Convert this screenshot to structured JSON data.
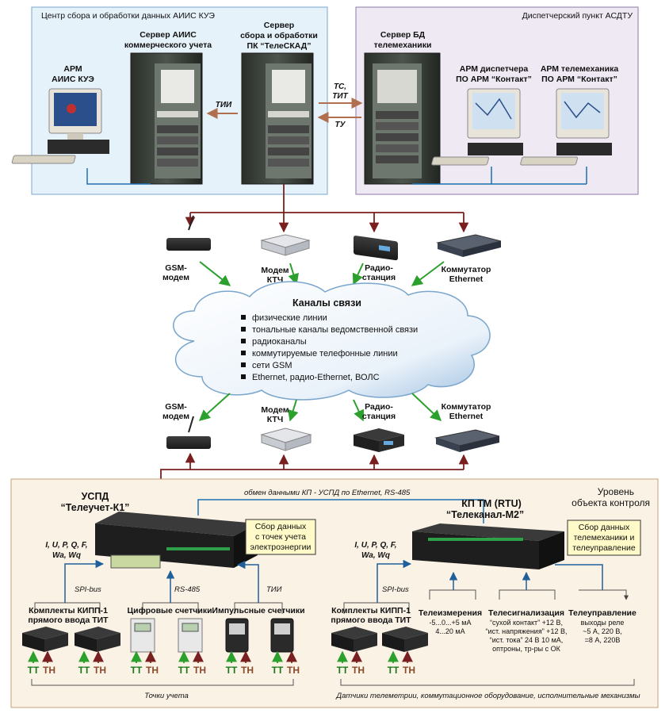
{
  "center": {
    "title": "Центр сбора и обработки данных АИИС КУЭ"
  },
  "dispatch": {
    "title": "Диспетчерский пункт АСДТУ"
  },
  "nodes": {
    "arm_aiis": [
      "АРМ",
      "АИИС КУЭ"
    ],
    "server_aiis": [
      "Сервер АИИС",
      "коммерческого учета"
    ],
    "server_teleskad": [
      "Сервер",
      "сбора и обработки",
      "ПК “ТелеСКАД”"
    ],
    "server_bd": [
      "Сервер БД",
      "телемеханики"
    ],
    "arm_dispatcher": [
      "АРМ диспетчера",
      "ПО АРМ “Контакт”"
    ],
    "arm_telemech": [
      "АРМ телемеханика",
      "ПО АРМ “Контакт”"
    ]
  },
  "links": {
    "tii": "ТИИ",
    "ts_tit": [
      "ТС,",
      "ТИТ"
    ],
    "tu": "ТУ"
  },
  "devices": {
    "gsm": [
      "GSM-",
      "модем"
    ],
    "modem": [
      "Модем",
      "КТЧ"
    ],
    "radio": [
      "Радио-",
      "станция"
    ],
    "switch": [
      "Коммутатор",
      "Ethernet"
    ]
  },
  "channels": {
    "title": "Каналы связи",
    "items": [
      "физические линии",
      "тональные каналы ведомственной связи",
      "радиоканалы",
      "коммутируемые телефонные линии",
      "сети GSM",
      "Ethernet, радио-Ethernet, ВОЛС"
    ]
  },
  "object_level": [
    "Уровень",
    "объекта контроля"
  ],
  "uspd": {
    "title": [
      "УСПД",
      "“Телеучет-К1”"
    ],
    "exchange": "обмен данными КП - УСПД по  Ethernet, RS-485",
    "callout": [
      "Сбор данных",
      "с точек учета",
      "электроэнергии"
    ],
    "params": [
      "I, U, P, Q, F,",
      "Wa, Wq"
    ],
    "spi": "SPI-bus",
    "rs485": "RS-485",
    "tii": "ТИИ",
    "kipp": [
      "Комплекты КИПП-1",
      "прямого ввода ТИТ"
    ],
    "digital": "Цифровые счетчики",
    "impulse": "Импульсные счетчики",
    "points": "Точки учета"
  },
  "kp": {
    "title": [
      "КП ТМ (RTU)",
      "“Телеканал-М2”"
    ],
    "callout": [
      "Сбор данных",
      "телемеханики и",
      "телеуправление"
    ],
    "params": [
      "I, U, P, Q, F,",
      "Wa, Wq"
    ],
    "spi": "SPI-bus",
    "kipp": [
      "Комплекты КИПП-1",
      "прямого ввода ТИТ"
    ],
    "tele_meas": [
      "Телеизмерения",
      "-5...0...+5 мА",
      "4...20 мА"
    ],
    "tele_sig": [
      "Телесигнализация",
      "“сухой контакт” +12 В,",
      "“ист. напряжения” +12 В,",
      "“ист. тока” 24 В 10 мА,",
      "оптроны, тр-ры с ОК"
    ],
    "tele_ctrl": [
      "Телеуправление",
      "выходы реле",
      "~5 А, 220 В,",
      "=8 А, 220В"
    ],
    "sensors": "Датчики телеметрии, коммутационное оборудование, исполнительные механизмы"
  },
  "tt": "TT",
  "th": "TH",
  "colors": {
    "center_bg": "#e6f2fa",
    "dispatch_bg": "#efe9f3",
    "object_bg": "#fbf2e6",
    "blue_line": "#1f6fb0",
    "red_line": "#7a1f1f",
    "green_arrow": "#2ca02c"
  }
}
